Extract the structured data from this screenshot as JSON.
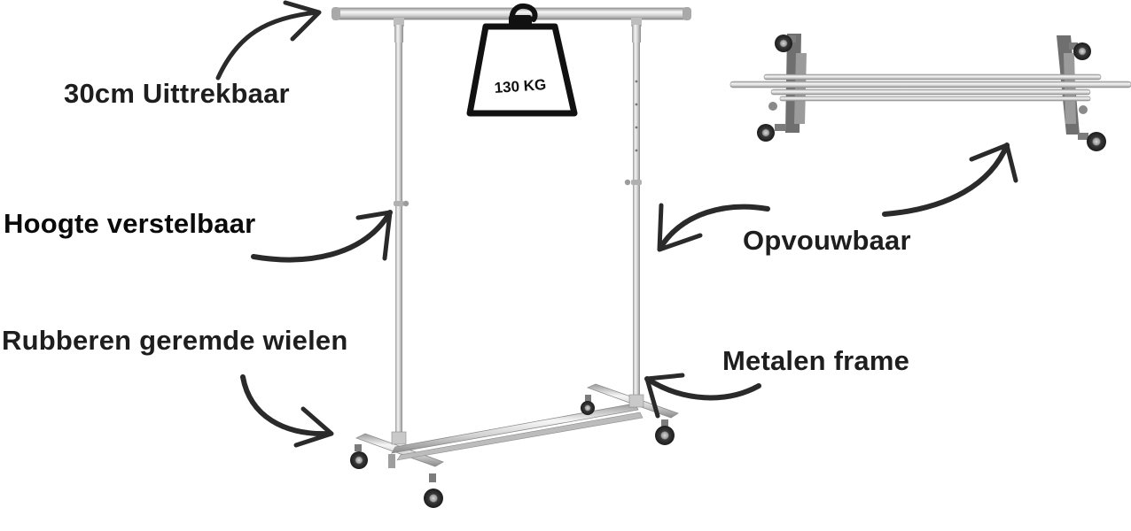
{
  "labels": {
    "extendable": "30cm Uittrekbaar",
    "height_adjustable": "Hoogte verstelbaar",
    "rubber_braked_wheels": "Rubberen geremde wielen",
    "foldable": "Opvouwbaar",
    "metal_frame": "Metalen frame"
  },
  "weight_badge": {
    "text": "130 KG"
  },
  "colors": {
    "text": "#1e1e1e",
    "arrow": "#2a2a2a",
    "chrome_light": "#f2f2f2",
    "chrome_mid": "#c4c4c4",
    "chrome_dark": "#8a8a8a",
    "wheel": "#333333",
    "background": "#ffffff"
  }
}
